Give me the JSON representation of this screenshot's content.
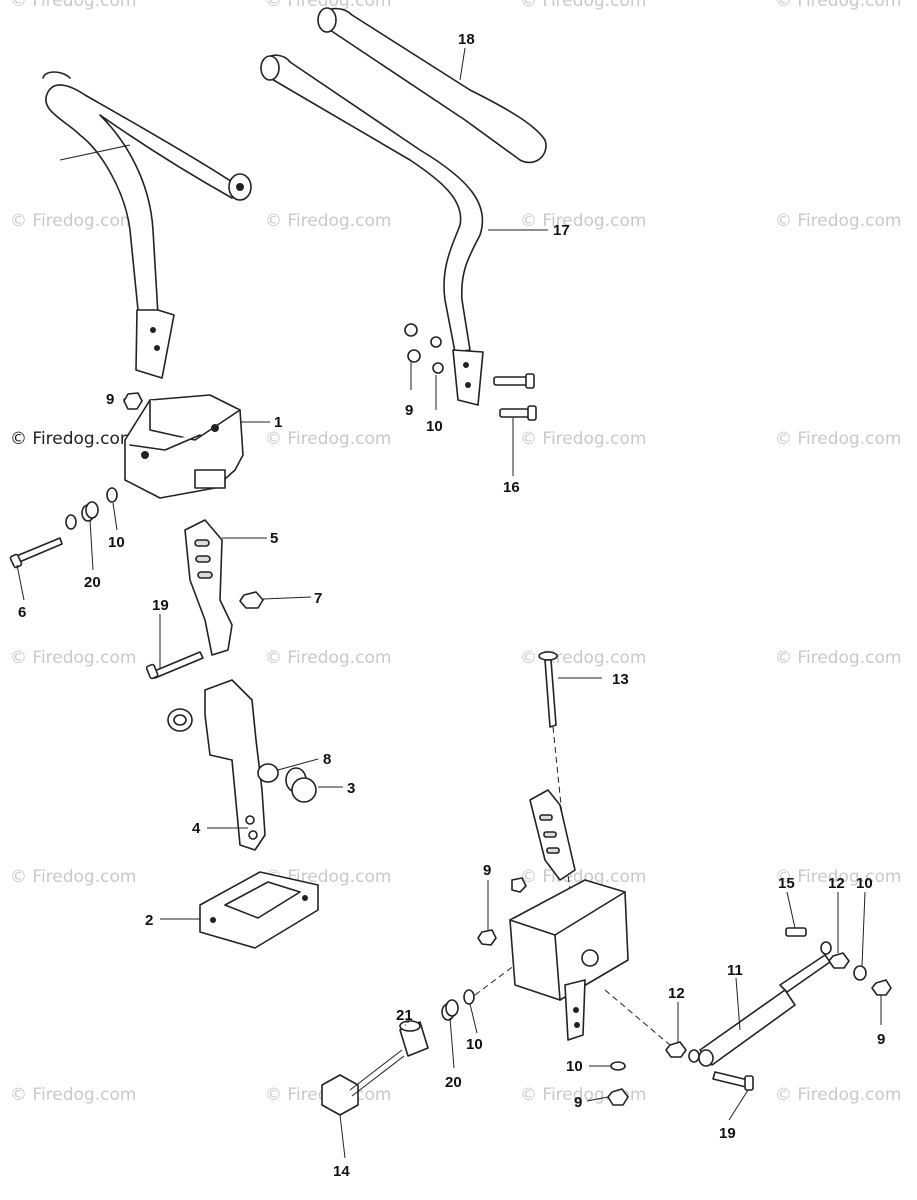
{
  "watermark": {
    "text": "© Firedog.com"
  },
  "callouts": {
    "c1": "1",
    "c2": "2",
    "c3": "3",
    "c4": "4",
    "c5": "5",
    "c6": "6",
    "c7": "7",
    "c8": "8",
    "c9a": "9",
    "c9b": "9",
    "c9c": "9",
    "c9d": "9",
    "c9e": "9",
    "c10a": "10",
    "c10b": "10",
    "c10c": "10",
    "c10d": "10",
    "c10e": "10",
    "c11": "11",
    "c12a": "12",
    "c12b": "12",
    "c13": "13",
    "c14": "14",
    "c15": "15",
    "c16": "16",
    "c17": "17",
    "c18": "18",
    "c19a": "19",
    "c19b": "19",
    "c20a": "20",
    "c20b": "20",
    "c21": "21"
  }
}
